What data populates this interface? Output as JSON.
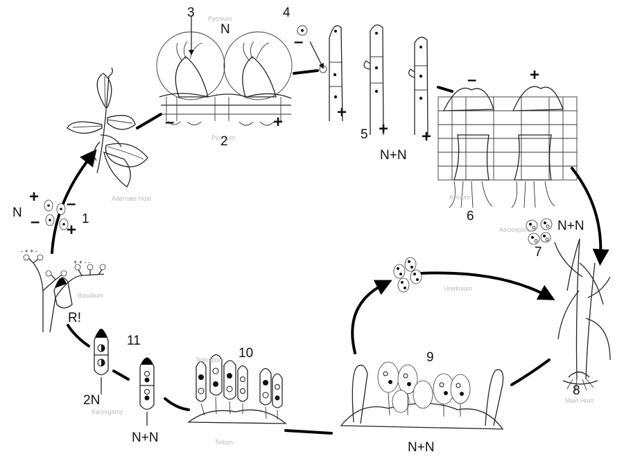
{
  "stages": {
    "s1": "1",
    "s2": "2",
    "s3": "3",
    "s4": "4",
    "s5": "5",
    "s6": "6",
    "s7": "7",
    "s8": "8",
    "s9": "9",
    "s10": "10",
    "s11": "11"
  },
  "ploidy": {
    "basidiospores": "N",
    "pycnium": "N",
    "fertilization": "N+N",
    "aeciospores": "N+N",
    "uredinium": "N+N",
    "teliospore": "N+N",
    "diploid": "2N"
  },
  "mating_signs": {
    "minus": "–",
    "plus": "+"
  },
  "meiosis_label": "R!",
  "faint_labels": {
    "alt_host": "Alternate Host",
    "pycnium": "Pycnium",
    "aecium": "Aecium",
    "aeciospore": "Aeciospore",
    "teliospore": "Teliospore",
    "karyogamy": "Karyogamy",
    "telium": "Telium",
    "uredinium": "Uredinium",
    "main_host": "Main Host",
    "basidium": "Basidium"
  }
}
